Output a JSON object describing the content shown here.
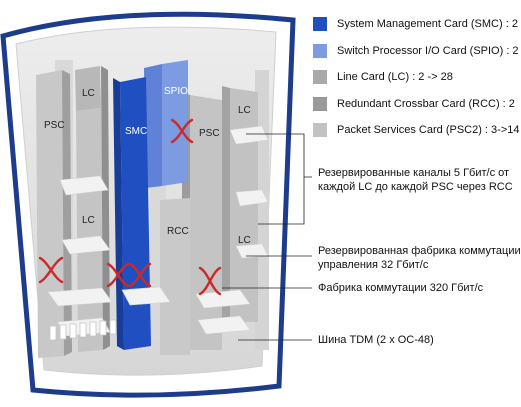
{
  "legend": {
    "items": [
      {
        "label": "System Management Card (SMC) : 2",
        "color": "#1f4fc0"
      },
      {
        "label": "Switch Processor I/O Card (SPIO) : 2",
        "color": "#7c9be0"
      },
      {
        "label": "Line Card (LC) : 2 -> 28",
        "color": "#a9a9a9"
      },
      {
        "label": "Redundant Crossbar Card (RCC) : 2",
        "color": "#9b9b9b"
      },
      {
        "label": "Packet Services Card (PSC2) : 3->14",
        "color": "#c2c2c2"
      }
    ]
  },
  "callouts": {
    "reserved_channels_line1": "Резервированные каналы 5 Гбит/с от",
    "reserved_channels_line2": "каждой LC до каждой PSC через RCC",
    "mgmt_fabric_line1": "Резервированная фабрика коммутации",
    "mgmt_fabric_line2": "управления 32 Гбит/с",
    "switch_fabric": "Фабрика коммутации 320 Гбит/с",
    "tdm_bus": "Шина TDM (2 x OC-48)"
  },
  "card_labels": {
    "psc_left": "PSC",
    "lc_top_left": "LC",
    "lc_mid_left": "LC",
    "smc": "SMC",
    "spio": "SPIO",
    "psc_right": "PSC",
    "rcc": "RCC",
    "lc_top_right": "LC",
    "lc_mid_right": "LC"
  },
  "colors": {
    "frame": "#1e3c8c",
    "smc": "#1f4fc0",
    "spio": "#7c9be0",
    "card_gray": "#c8c8c8",
    "crossover": "#cc2a2a"
  }
}
